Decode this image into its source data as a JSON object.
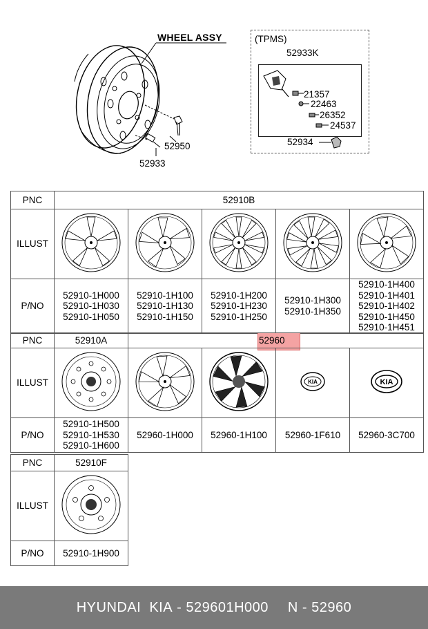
{
  "header": {
    "wheel_title": "WHEEL ASSY",
    "wheel_parts": {
      "valve": "52933",
      "nut": "52950"
    },
    "tpms": {
      "label": "(TPMS)",
      "sensor": "52933K",
      "p1": "21357",
      "p2": "22463",
      "p3": "26352",
      "p4": "24537",
      "cap": "52934"
    }
  },
  "table1": {
    "pnc_label": "PNC",
    "illust_label": "ILLUST",
    "pno_label": "P/NO",
    "pnc": "52910B",
    "pno": [
      [
        "52910-1H000",
        "52910-1H030",
        "52910-1H050"
      ],
      [
        "52910-1H100",
        "52910-1H130",
        "52910-1H150"
      ],
      [
        "52910-1H200",
        "52910-1H230",
        "52910-1H250"
      ],
      [
        "52910-1H300",
        "52910-1H350"
      ],
      [
        "52910-1H400",
        "52910-1H401",
        "52910-1H402",
        "52910-1H450",
        "52910-1H451"
      ]
    ]
  },
  "table2": {
    "pnc_label": "PNC",
    "illust_label": "ILLUST",
    "pno_label": "P/NO",
    "pnc_a": "52910A",
    "pnc_b": "52960",
    "pno": [
      [
        "52910-1H500",
        "52910-1H530",
        "52910-1H600"
      ],
      [
        "52960-1H000"
      ],
      [
        "52960-1H100"
      ],
      [
        "52960-1F610"
      ],
      [
        "52960-3C700"
      ]
    ]
  },
  "table3": {
    "pnc_label": "PNC",
    "illust_label": "ILLUST",
    "pno_label": "P/NO",
    "pnc": "52910F",
    "pno": [
      "52910-1H900"
    ]
  },
  "footer": {
    "brand": "HYUNDAI  KIA",
    "sep": " - ",
    "part": "529601H000",
    "pnc_prefix": "N - ",
    "pnc": "52960"
  },
  "colors": {
    "highlight": "#f4a3a3",
    "footer_bg": "#7a7a7a"
  }
}
